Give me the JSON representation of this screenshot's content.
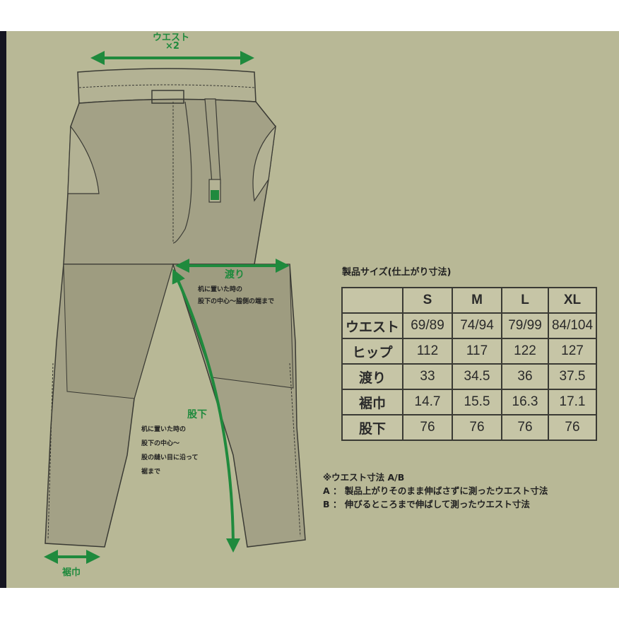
{
  "labels": {
    "waist_top": "ウエスト",
    "waist_multiplier": "×2",
    "watari": "渡り",
    "watari_note": [
      "机に置いた時の",
      "股下の中心～脇側の端まで"
    ],
    "matashita": "股下",
    "matashita_note": [
      "机に置いた時の",
      "股下の中心～",
      "股の縫い目に沿って",
      "裾まで"
    ],
    "susohaba": "裾巾"
  },
  "size_table": {
    "title": "製品サイズ(仕上がり寸法)",
    "columns": [
      "",
      "S",
      "M",
      "L",
      "XL"
    ],
    "rows": [
      {
        "label": "ウエスト",
        "values": [
          "69/89",
          "74/94",
          "79/99",
          "84/104"
        ]
      },
      {
        "label": "ヒップ",
        "values": [
          "112",
          "117",
          "122",
          "127"
        ]
      },
      {
        "label": "渡り",
        "values": [
          "33",
          "34.5",
          "36",
          "37.5"
        ]
      },
      {
        "label": "裾巾",
        "values": [
          "14.7",
          "15.5",
          "16.3",
          "17.1"
        ]
      },
      {
        "label": "股下",
        "values": [
          "76",
          "76",
          "76",
          "76"
        ]
      }
    ]
  },
  "footnote": {
    "heading": "※ウエスト寸法 A/B",
    "a": "A ： 製品上がりそのまま伸ばさずに測ったウエスト寸法",
    "b": "B ： 伸びるところまで伸ばして測ったウエスト寸法"
  },
  "colors": {
    "background": "#b8b896",
    "accent_arrow": "#1f8a3d",
    "panel_dark": "#9e9c80",
    "outline": "#3a3a34"
  }
}
